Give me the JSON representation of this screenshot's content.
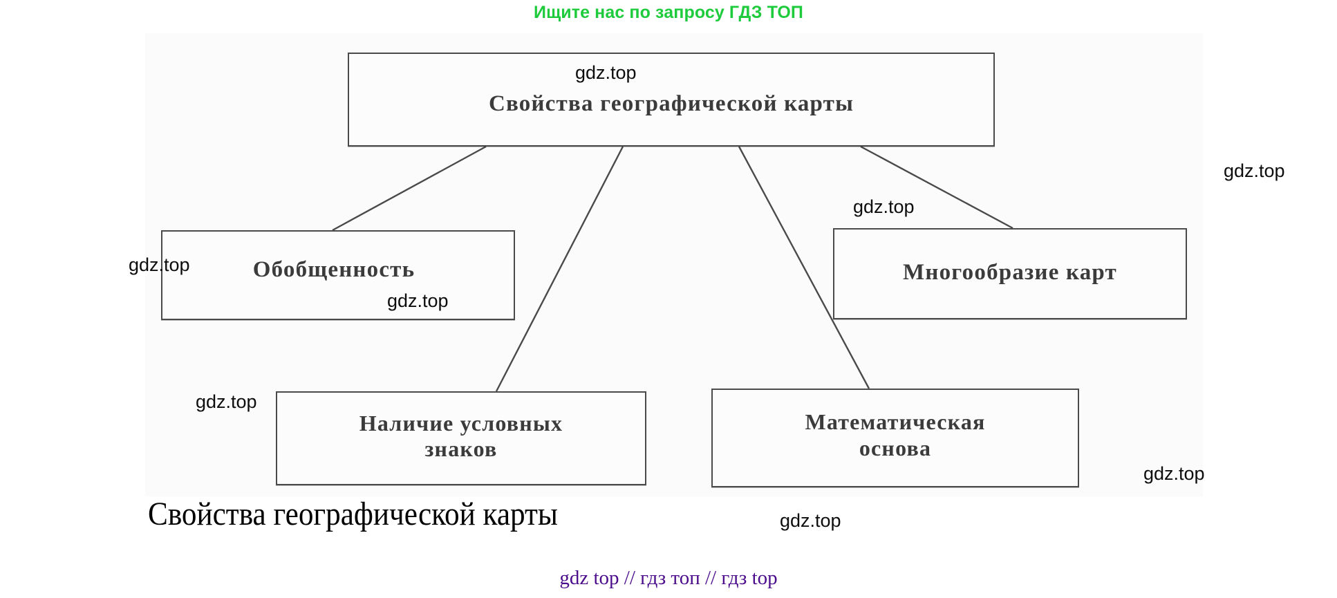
{
  "promo": {
    "top": "Ищите нас по запросу ГДЗ ТОП",
    "bottom": "gdz top  //  гдз топ  //  гдз top",
    "top_color": "#1ecb3c",
    "bottom_color": "#4b0d8c"
  },
  "diagram": {
    "title": "Свойства географической карты",
    "caption": "Свойства географической карты",
    "nodes": [
      {
        "id": "root",
        "label": "Свойства  географической  карты"
      },
      {
        "id": "gen",
        "label": "Обобщенность"
      },
      {
        "id": "var",
        "label": "Многообразие  карт"
      },
      {
        "id": "signs",
        "label": "Наличие условных\nзнаков"
      },
      {
        "id": "math",
        "label": "Математическая\nоснова"
      }
    ],
    "edges": [
      {
        "from": "root",
        "to": "gen"
      },
      {
        "from": "root",
        "to": "signs"
      },
      {
        "from": "root",
        "to": "math"
      },
      {
        "from": "root",
        "to": "var"
      }
    ],
    "stroke_color": "#4a4a4a"
  },
  "watermarks": [
    {
      "id": "wm-1",
      "text": "gdz.top"
    },
    {
      "id": "wm-2",
      "text": "gdz.top"
    },
    {
      "id": "wm-3",
      "text": "gdz.top"
    },
    {
      "id": "wm-4",
      "text": "gdz.top"
    },
    {
      "id": "wm-5",
      "text": "gdz.top"
    },
    {
      "id": "wm-6",
      "text": "gdz.top"
    },
    {
      "id": "wm-7",
      "text": "gdz.top"
    },
    {
      "id": "wm-8",
      "text": "gdz.top"
    }
  ]
}
